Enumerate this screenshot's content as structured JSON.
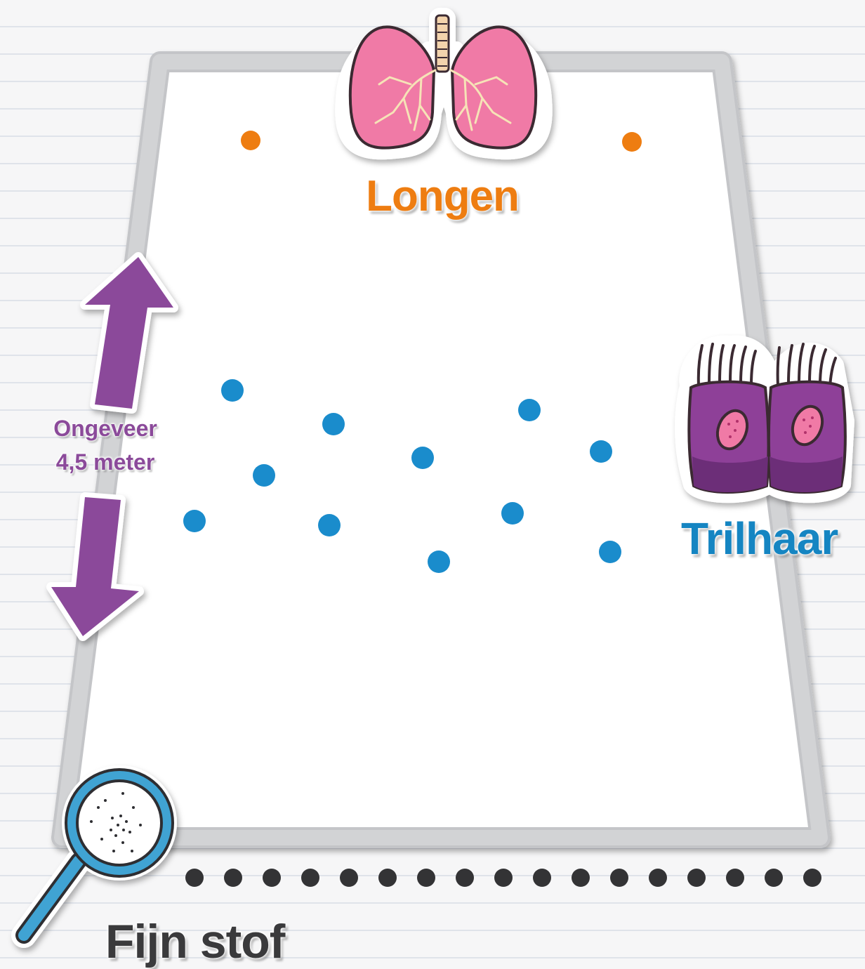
{
  "labels": {
    "longen": "Longen",
    "trilhaar": "Trilhaar",
    "fijn_stof": "Fijn stof",
    "distance_line1": "Ongeveer",
    "distance_line2": "4,5 meter"
  },
  "colors": {
    "orange": "#ee7d11",
    "blue": "#1585c2",
    "purple": "#8b4a9a",
    "dark": "#3a3a3c",
    "frame": "#cfd0d2"
  },
  "icons": [
    "lungs-icon",
    "cilia-cells-icon",
    "magnifier-icon"
  ]
}
